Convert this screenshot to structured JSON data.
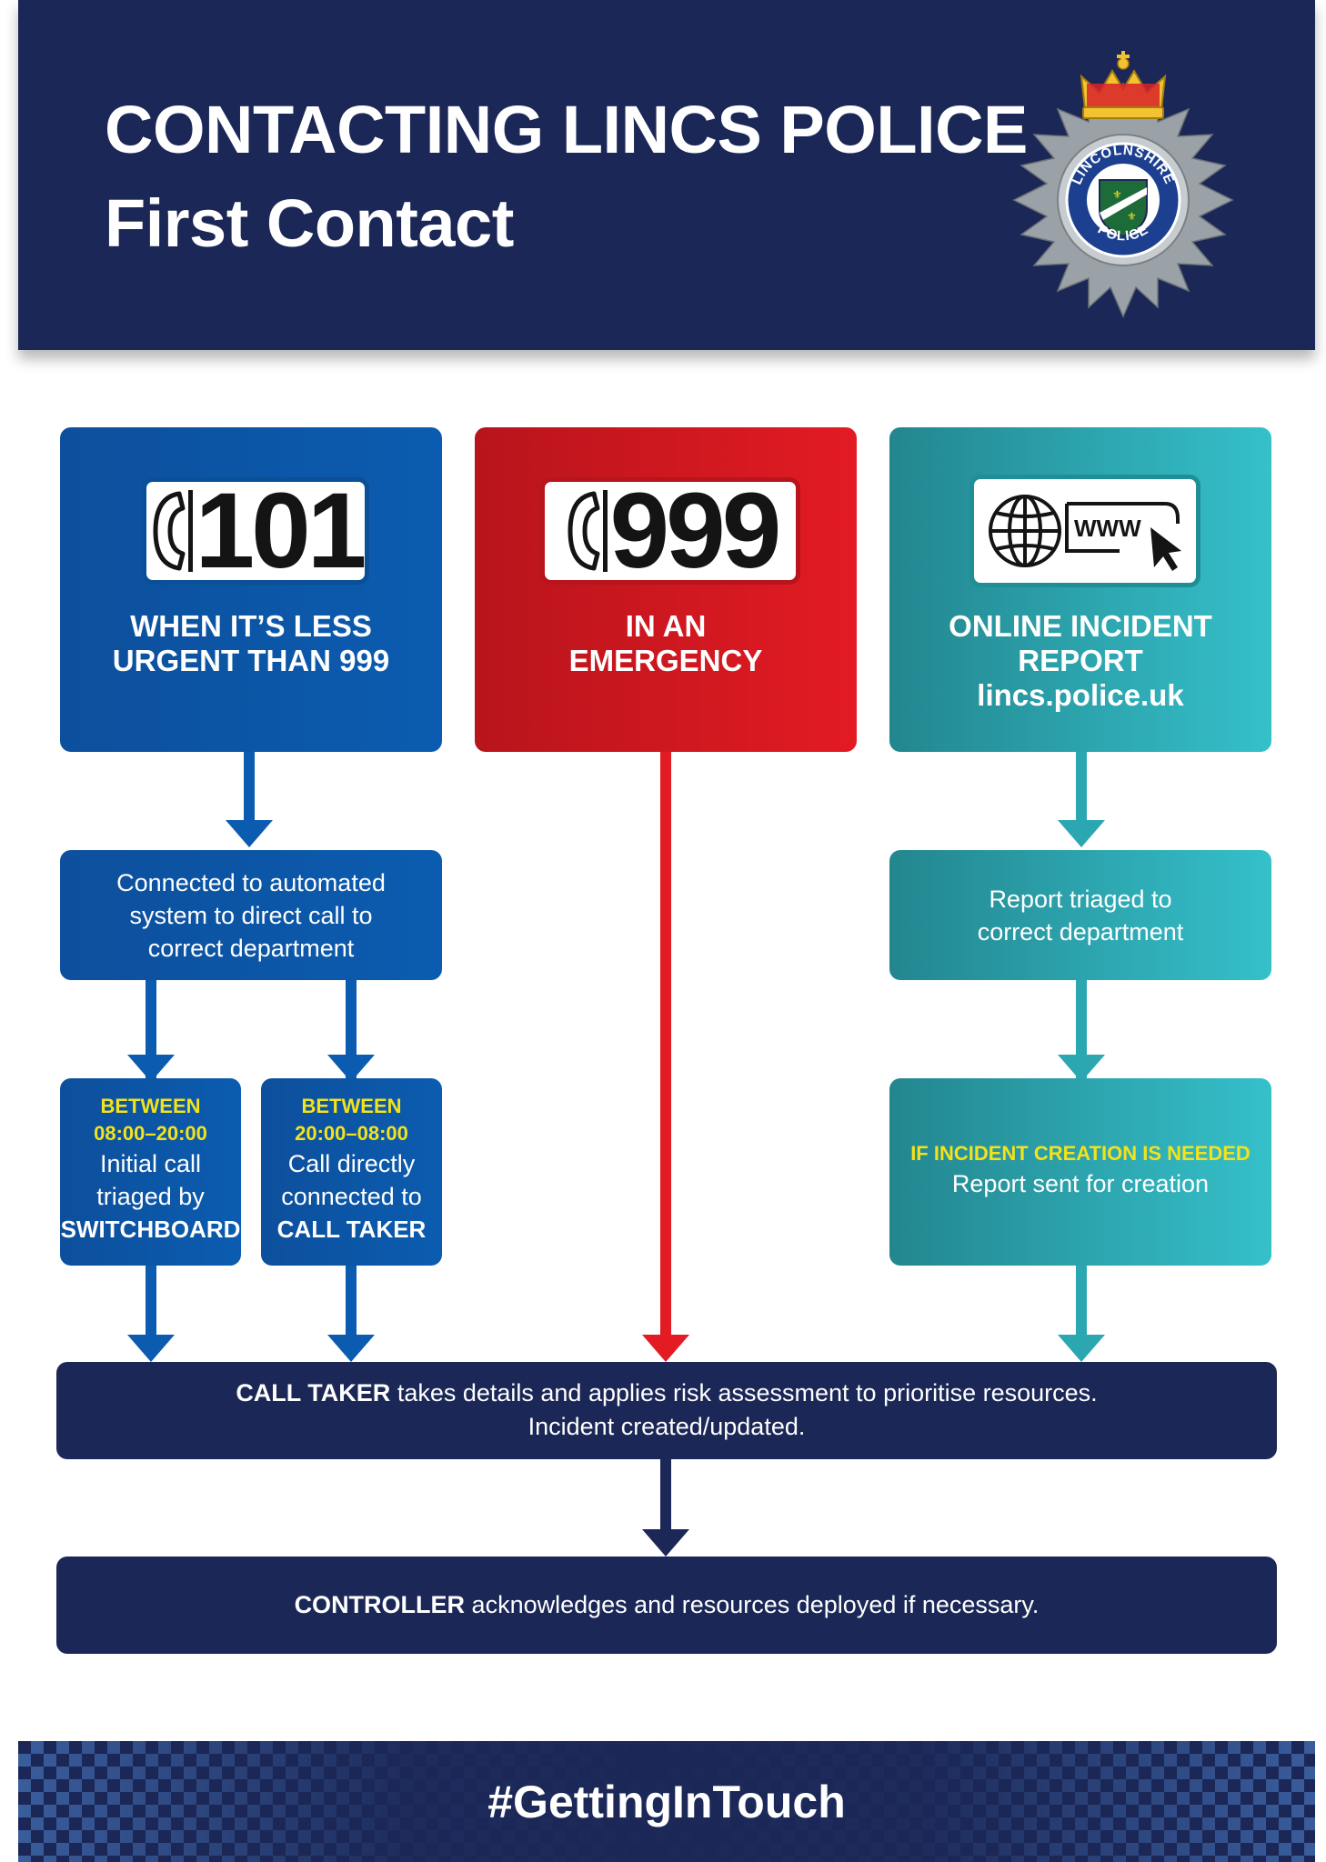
{
  "header": {
    "title_line1": "CONTACTING LINCS POLICE",
    "title_line2": "First Contact",
    "badge_text_top": "LINCOLNSHIRE",
    "badge_text_bottom": "POLICE"
  },
  "columns": {
    "nonemergency": {
      "number": "101",
      "label_line1": "WHEN IT’S LESS",
      "label_line2": "URGENT THAN 999",
      "step1_line1": "Connected to automated",
      "step1_line2": "system to direct call to",
      "step1_line3": "correct department",
      "day": {
        "time_line1": "BETWEEN",
        "time_line2": "08:00–20:00",
        "text_line1": "Initial call",
        "text_line2": "triaged by",
        "bold": "SWITCHBOARD"
      },
      "night": {
        "time_line1": "BETWEEN",
        "time_line2": "20:00–08:00",
        "text_line1": "Call directly",
        "text_line2": "connected to",
        "bold": "CALL TAKER"
      }
    },
    "emergency": {
      "number": "999",
      "label_line1": "IN AN",
      "label_line2": "EMERGENCY"
    },
    "online": {
      "www_text": "WWW",
      "label_line1": "ONLINE INCIDENT",
      "label_line2": "REPORT",
      "label_line3": "lincs.police.uk",
      "step1_line1": "Report triaged to",
      "step1_line2": "correct department",
      "condition": "IF INCIDENT CREATION IS NEEDED",
      "step2": "Report sent for creation"
    }
  },
  "call_taker": {
    "bold": "CALL TAKER",
    "line1_rest": " takes details and applies risk assessment to prioritise resources.",
    "line2": "Incident created/updated."
  },
  "controller": {
    "bold": "CONTROLLER",
    "rest": " acknowledges and resources deployed if necessary."
  },
  "footer": {
    "hashtag": "#GettingInTouch"
  },
  "colors": {
    "navy": "#1b2756",
    "blue": "#0b5cb0",
    "red": "#e31b23",
    "teal": "#2aa7b1",
    "yellow": "#f4e21a"
  }
}
